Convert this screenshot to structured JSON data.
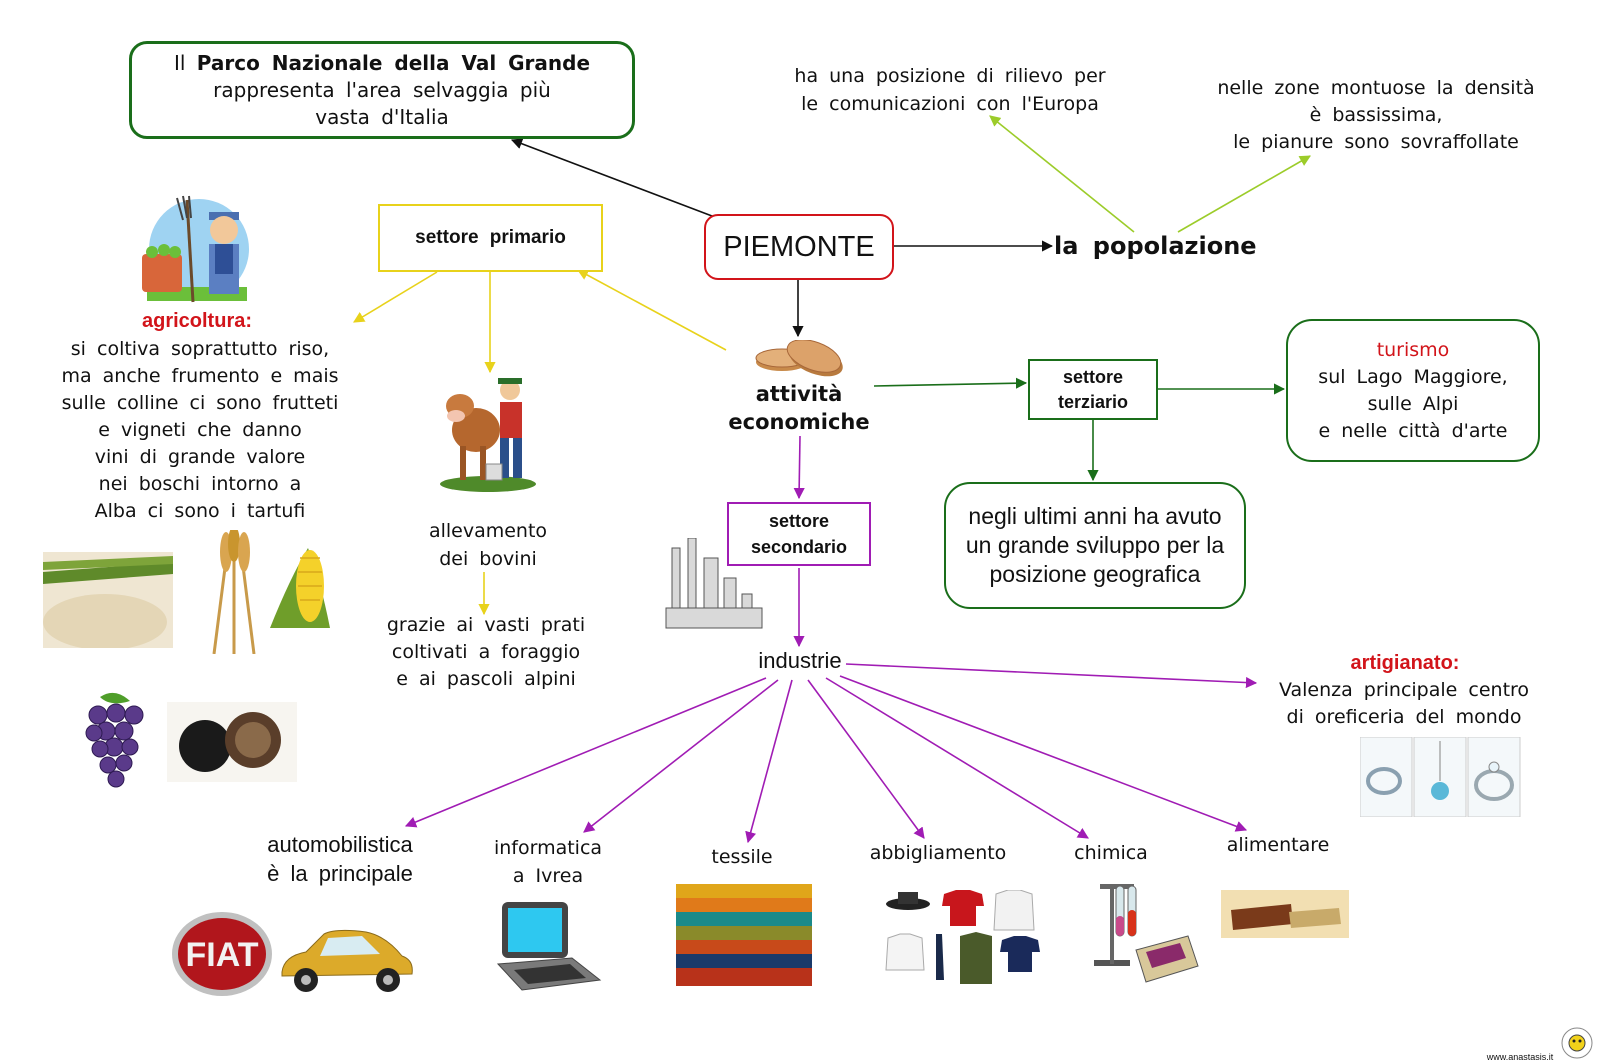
{
  "center": "PIEMONTE",
  "parco": {
    "prefix": "Il",
    "bold": "Parco Nazionale della Val Grande",
    "line2": "rappresenta l'area selvaggia più",
    "line3": "vasta d'Italia"
  },
  "popolazione": {
    "title": "la popolazione",
    "left": [
      "ha una posizione di rilievo per",
      "le comunicazioni con l'Europa"
    ],
    "right": [
      "nelle zone montuose la densità",
      "è bassissima,",
      "le pianure sono sovraffollate"
    ]
  },
  "attivita": [
    "attività",
    "economiche"
  ],
  "primario": {
    "label": "settore primario",
    "agricoltura_title": "agricoltura:",
    "agricoltura": [
      "si coltiva soprattutto riso,",
      "ma anche frumento e mais",
      "sulle colline ci sono frutteti",
      "e vigneti che danno",
      "vini di grande valore",
      "nei boschi intorno a",
      "Alba ci sono i tartufi"
    ],
    "allevamento": [
      "allevamento",
      "dei bovini"
    ],
    "prati": [
      "grazie ai vasti prati",
      "coltivati a foraggio",
      "e ai pascoli alpini"
    ]
  },
  "terziario": {
    "label": [
      "settore",
      "terziario"
    ],
    "turismo_title": "turismo",
    "turismo": [
      "sul Lago Maggiore,",
      "sulle Alpi",
      "e nelle città d'arte"
    ],
    "sviluppo": [
      "negli ultimi anni ha avuto",
      "un grande sviluppo per la",
      "posizione geografica"
    ]
  },
  "secondario": {
    "label": [
      "settore",
      "secondario"
    ],
    "industrie": "industrie",
    "artigianato_title": "artigianato:",
    "artigianato": [
      "Valenza principale centro",
      "di oreficeria del mondo"
    ],
    "branches": {
      "automobilistica": [
        "automobilistica",
        "è la principale"
      ],
      "informatica": [
        "informatica",
        "a Ivrea"
      ],
      "tessile": "tessile",
      "abbigliamento": "abbigliamento",
      "chimica": "chimica",
      "alimentare": "alimentare"
    },
    "fiat_logo": "FIAT"
  },
  "footer": {
    "site": "www.anastasis.it"
  },
  "colors": {
    "green": "#1a6e1a",
    "yellow": "#e8d21b",
    "purple": "#a01cb4",
    "red": "#d2141a",
    "lime": "#9ccc2a",
    "black": "#111111"
  }
}
